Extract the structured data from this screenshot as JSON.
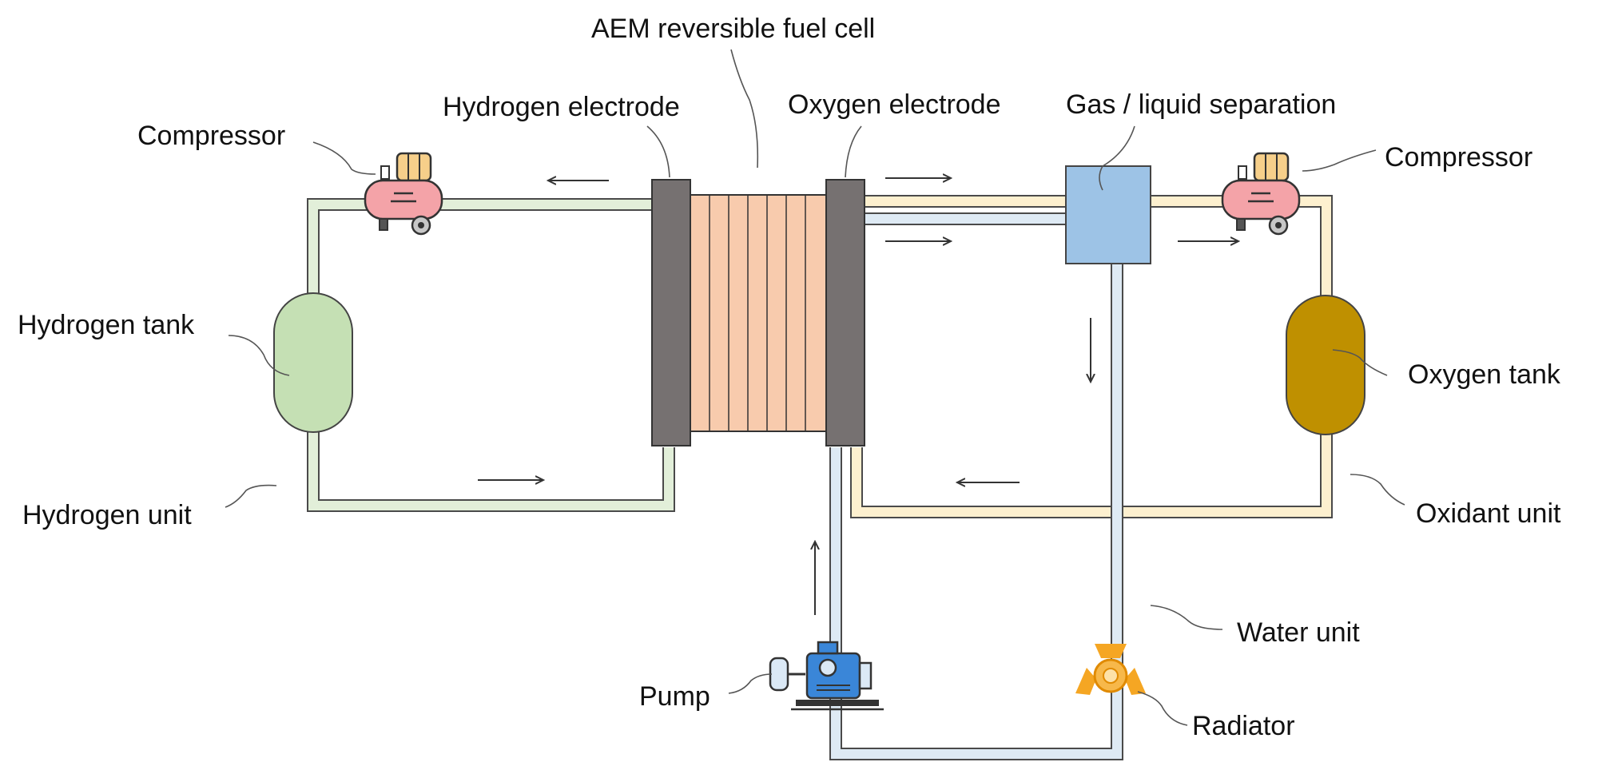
{
  "labels": {
    "cell": "AEM reversible fuel cell",
    "hydrogen_electrode": "Hydrogen electrode",
    "oxygen_electrode": "Oxygen electrode",
    "separator": "Gas / liquid separation",
    "compressor_left": "Compressor",
    "compressor_right": "Compressor",
    "hydrogen_tank": "Hydrogen tank",
    "oxygen_tank": "Oxygen tank",
    "hydrogen_unit": "Hydrogen unit",
    "oxidant_unit": "Oxidant unit",
    "water_unit": "Water unit",
    "pump": "Pump",
    "radiator": "Radiator"
  },
  "colors": {
    "hydrogen_pipe": "#e2efd9",
    "oxidant_pipe": "#fdf0cf",
    "water_pipe": "#deeaf4",
    "hydrogen_tank": "#c5e0b4",
    "oxygen_tank": "#bf9000",
    "electrode": "#767171",
    "membrane": "#f8cbad",
    "separator": "#9dc3e6",
    "compressor_body": "#f4a3a8",
    "compressor_motor": "#f6cf8a",
    "pump_body": "#3a86d8",
    "radiator": "#f5a623"
  },
  "icons": {
    "compressor": "air-compressor-icon",
    "pump": "water-pump-icon",
    "radiator": "radiator-fan-icon"
  }
}
